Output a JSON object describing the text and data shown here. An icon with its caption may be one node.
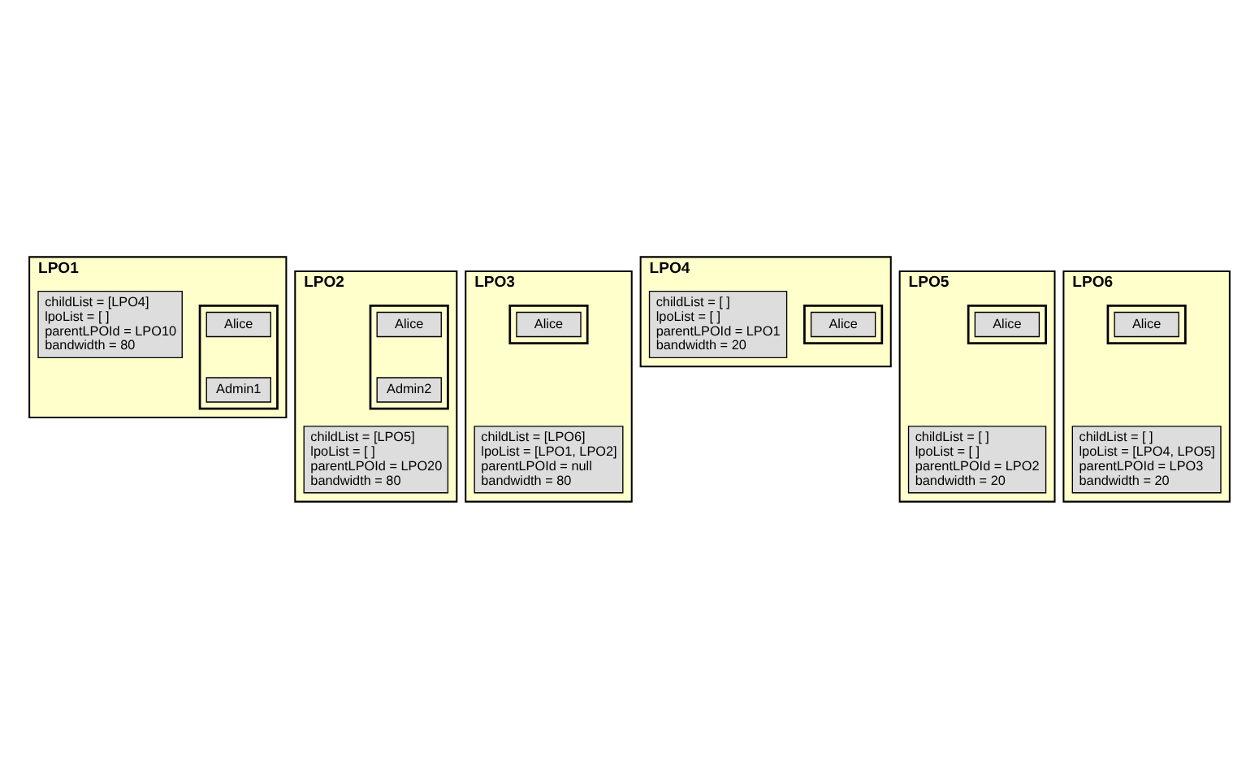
{
  "diagram": {
    "nodes": [
      {
        "text": [
          "LPO1"
        ]
      },
      {
        "text": [
          "childList = [LPO4]",
          "lpoList = [ ]",
          "parentLPOId = LPO10",
          "bandwidth = 80"
        ],
        "in": 0
      },
      {
        "text": [],
        "shape": "box",
        "in": 0
      },
      {
        "text": [
          "Alice"
        ],
        "in": 2
      },
      {
        "text": [
          "Admin1"
        ],
        "in": 2
      },
      {
        "text": [
          "LPO4"
        ]
      },
      {
        "text": [
          "childList = [ ]",
          "lpoList = [ ]",
          "parentLPOId = LPO1",
          "bandwidth = 20"
        ],
        "in": 5
      },
      {
        "text": [],
        "shape": "box",
        "in": 5
      },
      {
        "text": [
          "Alice"
        ],
        "in": 7
      },
      {
        "text": [
          "LPO2"
        ]
      },
      {
        "text": [
          "childList = [LPO5]",
          "lpoList = [ ]",
          "parentLPOId = LPO20",
          "bandwidth = 80"
        ],
        "in": 9
      },
      {
        "text": [],
        "shape": "box",
        "in": 9
      },
      {
        "text": [
          "Alice"
        ],
        "in": 11
      },
      {
        "text": [
          "Admin2"
        ],
        "in": 11
      },
      {
        "text": [
          "LPO5"
        ]
      },
      {
        "text": [
          "childList = [ ]",
          "lpoList = [ ]",
          "parentLPOId = LPO2",
          "bandwidth = 20"
        ],
        "in": 14
      },
      {
        "text": [],
        "shape": "box",
        "in": 14
      },
      {
        "text": [
          "Alice"
        ],
        "in": 16
      },
      {
        "text": [
          "LPO3"
        ]
      },
      {
        "text": [
          "childList = [LPO6]",
          "lpoList = [LPO1, LPO2]",
          "parentLPOId = null",
          "bandwidth = 80"
        ],
        "in": 18
      },
      {
        "text": [],
        "shape": "box",
        "in": 18
      },
      {
        "text": [
          "Alice"
        ],
        "in": 20
      },
      {
        "text": [
          "LPO6"
        ]
      },
      {
        "text": [
          "childList = [ ]",
          "lpoList = [LPO4, LPO5]",
          "parentLPOId = LPO3",
          "bandwidth = 20"
        ],
        "in": 22
      },
      {
        "text": [],
        "shape": "box",
        "in": 22
      },
      {
        "text": [
          "Alice"
        ],
        "in": 24
      }
    ],
    "edges": []
  }
}
